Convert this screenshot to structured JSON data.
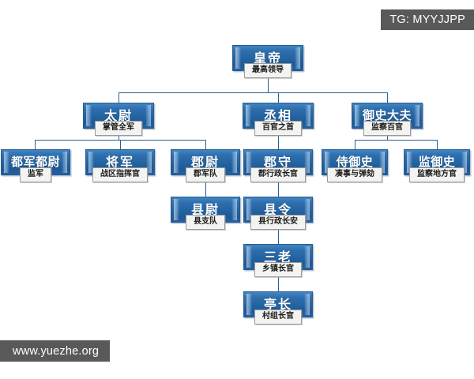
{
  "watermarks": {
    "top_right": "TG: MYYJJPP",
    "bottom_left": "www.yuezhe.org"
  },
  "colors": {
    "node_fill_top": "#3f86c4",
    "node_fill_bottom": "#1d5998",
    "node_border": "#2c5c8f",
    "node_text": "#ffffff",
    "caption_fill": "#f3f3f1",
    "caption_border": "#9a9a9a",
    "caption_text": "#1a1a1a",
    "connector": "#2b5f93",
    "watermark_fill": "#595959",
    "background": "#ffffff"
  },
  "chart_data": {
    "type": "diagram",
    "title": "",
    "layout": "top-down organizational hierarchy",
    "levels": 6,
    "nodes": [
      {
        "id": "emperor",
        "title": "皇帝",
        "caption": "最高领导",
        "level": 1,
        "parent": null
      },
      {
        "id": "taiwei",
        "title": "太尉",
        "caption": "掌管全军",
        "level": 2,
        "parent": "emperor"
      },
      {
        "id": "chengxiang",
        "title": "丞相",
        "caption": "百官之首",
        "level": 2,
        "parent": "emperor"
      },
      {
        "id": "yushidafu",
        "title": "御史大夫",
        "caption": "监察百官",
        "level": 2,
        "parent": "emperor"
      },
      {
        "id": "dujundu",
        "title": "都军都尉",
        "caption": "监军",
        "level": 3,
        "parent": "taiwei"
      },
      {
        "id": "jiangjun",
        "title": "将军",
        "caption": "战区指挥官",
        "level": 3,
        "parent": "taiwei"
      },
      {
        "id": "junwei",
        "title": "郡尉",
        "caption": "郡军队",
        "level": 3,
        "parent": "taiwei"
      },
      {
        "id": "junshou",
        "title": "郡守",
        "caption": "郡行政长官",
        "level": 3,
        "parent": "chengxiang"
      },
      {
        "id": "shiyushi",
        "title": "侍御史",
        "caption": "凑事与弹劾",
        "level": 3,
        "parent": "yushidafu"
      },
      {
        "id": "jianyushi",
        "title": "监御史",
        "caption": "监察地方官",
        "level": 3,
        "parent": "yushidafu"
      },
      {
        "id": "xianwei",
        "title": "县尉",
        "caption": "县支队",
        "level": 4,
        "parent": "junwei"
      },
      {
        "id": "xianling",
        "title": "县令",
        "caption": "县行政长安",
        "level": 4,
        "parent": "junshou"
      },
      {
        "id": "sanlao",
        "title": "三老",
        "caption": "乡镇长官",
        "level": 5,
        "parent": "xianling"
      },
      {
        "id": "tingzhang",
        "title": "亭长",
        "caption": "村组长官",
        "level": 6,
        "parent": "sanlao"
      }
    ],
    "edges": [
      {
        "from": "emperor",
        "to": "taiwei"
      },
      {
        "from": "emperor",
        "to": "chengxiang"
      },
      {
        "from": "emperor",
        "to": "yushidafu"
      },
      {
        "from": "taiwei",
        "to": "dujundu"
      },
      {
        "from": "taiwei",
        "to": "jiangjun"
      },
      {
        "from": "taiwei",
        "to": "junwei"
      },
      {
        "from": "chengxiang",
        "to": "junshou"
      },
      {
        "from": "yushidafu",
        "to": "shiyushi"
      },
      {
        "from": "yushidafu",
        "to": "jianyushi"
      },
      {
        "from": "junwei",
        "to": "xianwei"
      },
      {
        "from": "junshou",
        "to": "xianling"
      },
      {
        "from": "xianling",
        "to": "sanlao"
      },
      {
        "from": "sanlao",
        "to": "tingzhang"
      }
    ]
  }
}
